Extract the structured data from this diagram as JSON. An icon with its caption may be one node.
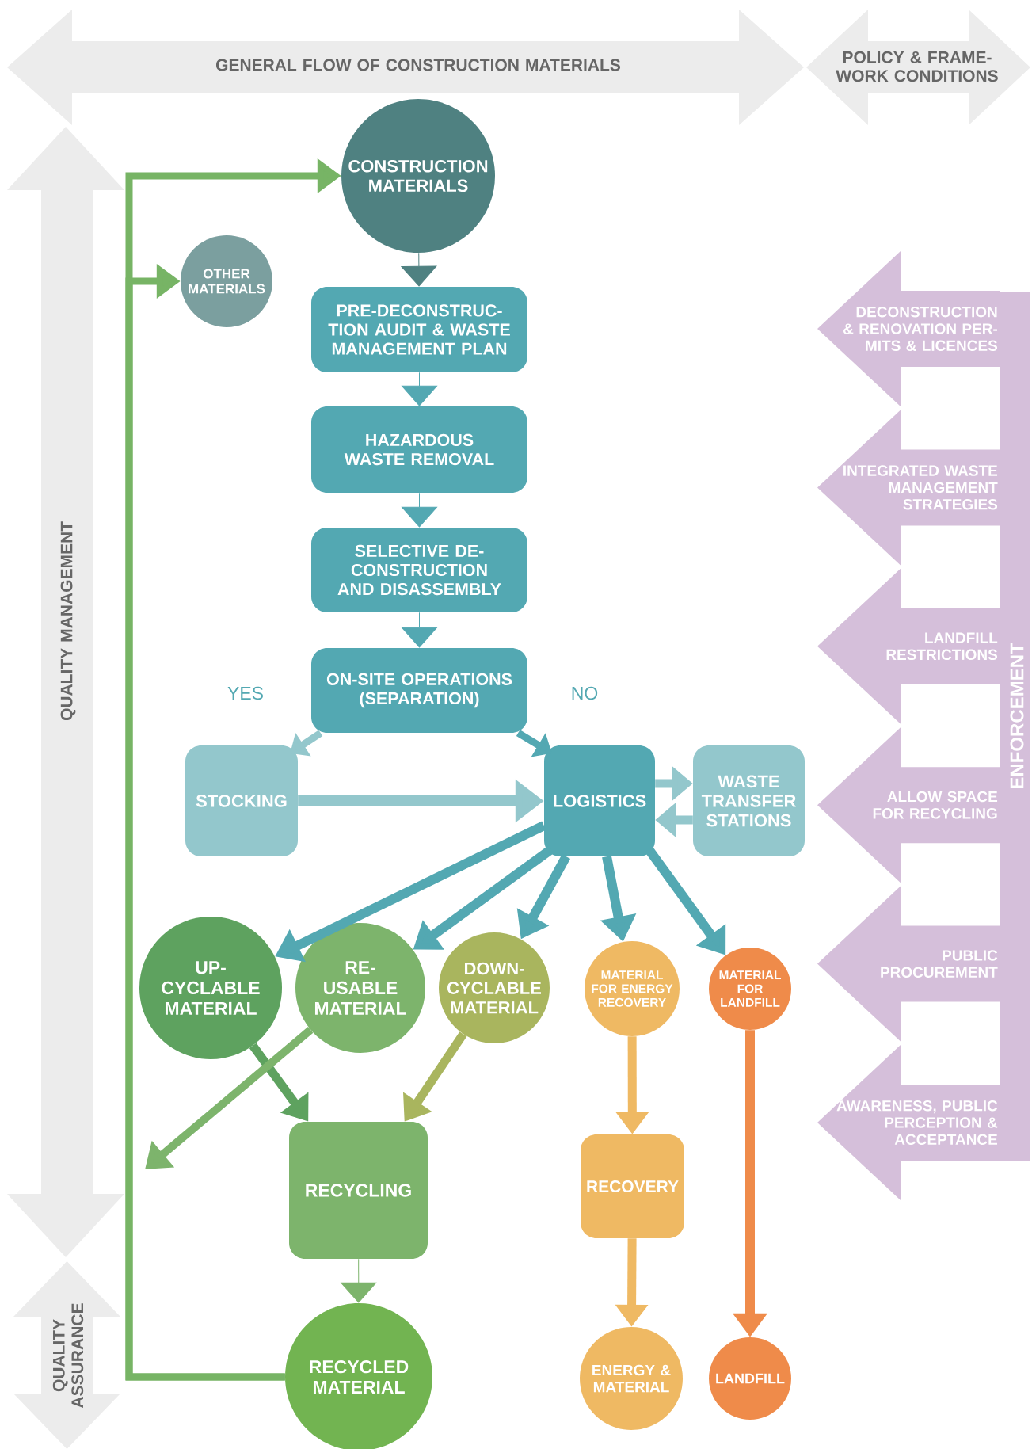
{
  "diagram": {
    "nodes": [
      {
        "text": [
          "GENERAL FLOW OF CONSTRUCTION MATERIALS"
        ]
      },
      {
        "text": [
          "POLICY & FRAME- WORK CONDITIONS"
        ]
      },
      {
        "text": [
          "QUALITY MANAGEMENT"
        ]
      },
      {
        "text": [
          "QUALITY ASSURANCE"
        ]
      },
      {
        "text": [
          "CONSTRUCTION MATERIALS"
        ]
      },
      {
        "text": [
          "OTHER MATERIALS"
        ]
      },
      {
        "text": [
          "PRE-DECONSTRUC- TION AUDIT & WASTE MANAGEMENT PLAN"
        ]
      },
      {
        "text": [
          "HAZARDOUS WASTE REMOVAL"
        ]
      },
      {
        "text": [
          "SELECTIVE DE- CONSTRUCTION AND DISASSEMBLY"
        ]
      },
      {
        "text": [
          "ON-SITE OPERATIONS (SEPARATION)"
        ]
      },
      {
        "text": [
          "STOCKING"
        ]
      },
      {
        "text": [
          "LOGISTICS"
        ]
      },
      {
        "text": [
          "WASTE TRANSFER STATIONS"
        ]
      },
      {
        "text": [
          "UP- CYCLABLE MATERIAL"
        ]
      },
      {
        "text": [
          "RE- USABLE MATERIAL"
        ]
      },
      {
        "text": [
          "DOWN- CYCLABLE MATERIAL"
        ]
      },
      {
        "text": [
          "MATERIAL FOR ENERGY RECOVERY"
        ]
      },
      {
        "text": [
          "MATERIAL FOR LANDFILL"
        ]
      },
      {
        "text": [
          "RECYCLING"
        ]
      },
      {
        "text": [
          "RECOVERY"
        ]
      },
      {
        "text": [
          "RECYCLED MATERIAL"
        ]
      },
      {
        "text": [
          "ENERGY & MATERIAL"
        ]
      },
      {
        "text": [
          "LANDFILL"
        ]
      },
      {
        "text": [
          "ENFORCEMENT"
        ]
      },
      {
        "text": [
          "DECONSTRUCTION & RENOVATION PER- MITS & LICENCES"
        ]
      },
      {
        "text": [
          "INTEGRATED WASTE MANAGEMENT STRATEGIES"
        ]
      },
      {
        "text": [
          "LANDFILL RESTRICTIONS"
        ]
      },
      {
        "text": [
          "ALLOW SPACE FOR RECYCLING"
        ]
      },
      {
        "text": [
          "PUBLIC PROCUREMENT"
        ]
      },
      {
        "text": [
          "AWARENESS, PUBLIC PERCEPTION & ACCEPTANCE"
        ]
      }
    ],
    "edges": [
      {
        "from": 20,
        "to": 4,
        "arrow": "to",
        "color": "#77b465"
      },
      {
        "from": 20,
        "to": 5,
        "arrow": "to",
        "color": "#77b465"
      },
      {
        "from": 4,
        "to": 6,
        "arrow": "to",
        "color": "#4f8181"
      },
      {
        "from": 6,
        "to": 7,
        "arrow": "to"
      },
      {
        "from": 7,
        "to": 8,
        "arrow": "to"
      },
      {
        "from": 8,
        "to": 9,
        "arrow": "to"
      },
      {
        "from": 9,
        "to": 10,
        "arrow": "to",
        "label": "YES",
        "color": "#93c7cc"
      },
      {
        "from": 9,
        "to": 11,
        "arrow": "to",
        "label": "NO"
      },
      {
        "from": 10,
        "to": 11,
        "arrow": "to",
        "color": "#93c7cc"
      },
      {
        "from": 11,
        "to": 12,
        "arrow": "to",
        "color": "#93c7cc"
      },
      {
        "from": 12,
        "to": 11,
        "arrow": "to",
        "color": "#93c7cc"
      },
      {
        "from": 11,
        "to": 13,
        "arrow": "to"
      },
      {
        "from": 11,
        "to": 14,
        "arrow": "to"
      },
      {
        "from": 11,
        "to": 15,
        "arrow": "to"
      },
      {
        "from": 11,
        "to": 16,
        "arrow": "to"
      },
      {
        "from": 11,
        "to": 17,
        "arrow": "to"
      },
      {
        "from": 13,
        "to": 18,
        "arrow": "to",
        "color": "#5ea25f"
      },
      {
        "from": 14,
        "to": null,
        "arrow": "to",
        "color": "#7db46c"
      },
      {
        "from": 15,
        "to": 18,
        "arrow": "to",
        "color": "#a9b55e"
      },
      {
        "from": 16,
        "to": 19,
        "arrow": "to",
        "color": "#efb963"
      },
      {
        "from": 19,
        "to": 21,
        "arrow": "to",
        "color": "#efb963"
      },
      {
        "from": 17,
        "to": 22,
        "arrow": "to",
        "color": "#ef8b4a"
      },
      {
        "from": 18,
        "to": 20,
        "arrow": "to",
        "color": "#7db46c"
      }
    ]
  }
}
